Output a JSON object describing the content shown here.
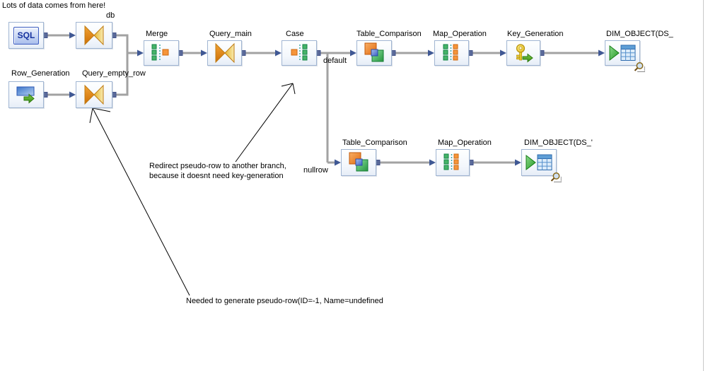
{
  "annotations": {
    "source_note": "Lots of data comes from here!",
    "redirect_note_line1": "Redirect pseudo-row to another branch,",
    "redirect_note_line2": "because it doesnt need key-generation",
    "pseudo_row_note": "Needed to generate pseudo-row(ID=-1, Name=undefined"
  },
  "branch_labels": {
    "default_branch": "default",
    "nullrow_branch": "nullrow"
  },
  "nodes": {
    "sql_source": {
      "icon_text": "SQL"
    },
    "query_db": {
      "label": "db"
    },
    "row_generation": {
      "label": "Row_Generation"
    },
    "query_empty_row": {
      "label": "Query_empty_row"
    },
    "merge": {
      "label": "Merge"
    },
    "query_main": {
      "label": "Query_main"
    },
    "case_transform": {
      "label": "Case"
    },
    "table_comparison_default": {
      "label": "Table_Comparison"
    },
    "map_operation_default": {
      "label": "Map_Operation"
    },
    "key_generation": {
      "label": "Key_Generation"
    },
    "dim_object_default": {
      "label": "DIM_OBJECT(DS_"
    },
    "table_comparison_nullrow": {
      "label": "Table_Comparison"
    },
    "map_operation_nullrow": {
      "label": "Map_Operation"
    },
    "dim_object_nullrow": {
      "label": "DIM_OBJECT(DS_'"
    }
  },
  "colors": {
    "background": "#ffffff",
    "wire": "#a2a2a2",
    "arrowhead": "#3f5894",
    "connector_square": "#5a6a9a",
    "node_border": "#a0b5d2",
    "transform_green": "#46b368",
    "transform_orange": "#f5953a",
    "dash_teal": "#3aa9a9",
    "bowtie_orange": "#e08a1a",
    "key_gold": "#ecd12c",
    "annotation_text": "#000000"
  }
}
